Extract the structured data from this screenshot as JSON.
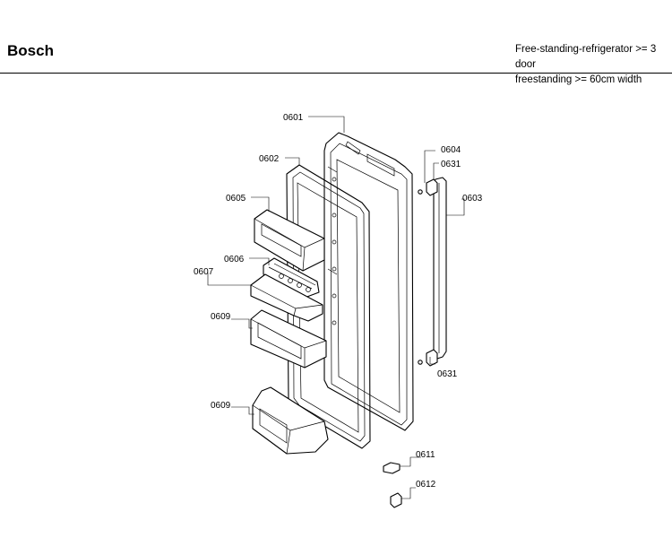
{
  "header": {
    "brand": "Bosch",
    "description_line1": "Free-standing-refrigerator >= 3 door",
    "description_line2": "freestanding >= 60cm width"
  },
  "callouts": {
    "c0601": "0601",
    "c0602": "0602",
    "c0603": "0603",
    "c0604": "0604",
    "c0605": "0605",
    "c0606": "0606",
    "c0607": "0607",
    "c0609a": "0609",
    "c0609b": "0609",
    "c0611": "0611",
    "c0612": "0612",
    "c0631a": "0631",
    "c0631b": "0631"
  }
}
